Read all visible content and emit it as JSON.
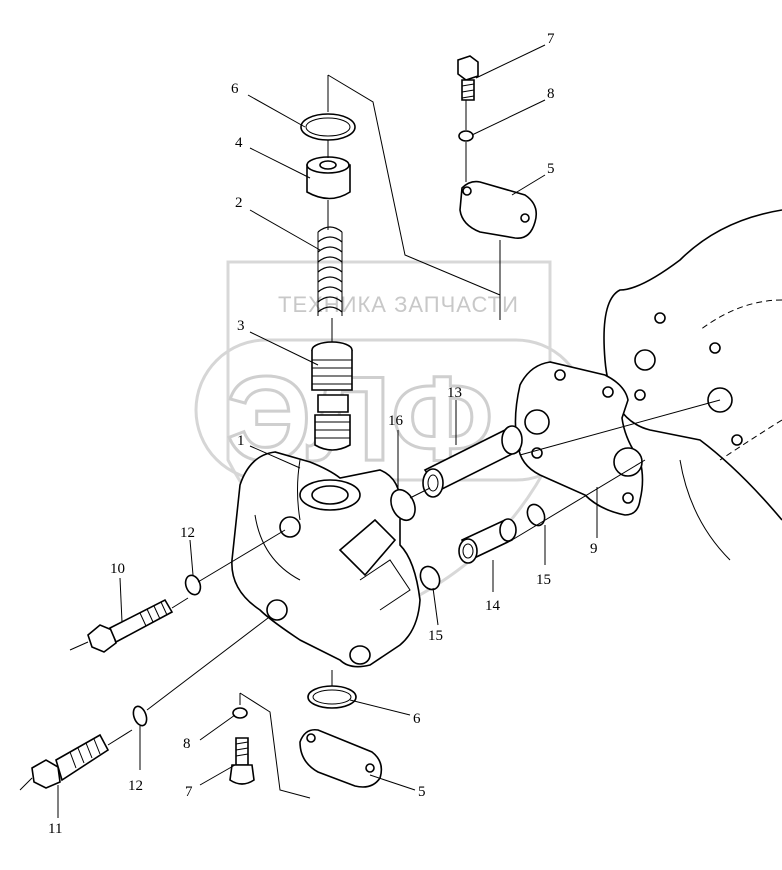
{
  "watermark": {
    "text": "ТЕХНИКА ЗАПЧАСТИ",
    "logo_letters": "ЭЛФ"
  },
  "callouts": [
    {
      "id": "c-7-top",
      "label": "7"
    },
    {
      "id": "c-8-top",
      "label": "8"
    },
    {
      "id": "c-5-top",
      "label": "5"
    },
    {
      "id": "c-6-top",
      "label": "6"
    },
    {
      "id": "c-4",
      "label": "4"
    },
    {
      "id": "c-2",
      "label": "2"
    },
    {
      "id": "c-3",
      "label": "3"
    },
    {
      "id": "c-1",
      "label": "1"
    },
    {
      "id": "c-16",
      "label": "16"
    },
    {
      "id": "c-13",
      "label": "13"
    },
    {
      "id": "c-9",
      "label": "9"
    },
    {
      "id": "c-15-right",
      "label": "15"
    },
    {
      "id": "c-14",
      "label": "14"
    },
    {
      "id": "c-15-mid",
      "label": "15"
    },
    {
      "id": "c-12-top",
      "label": "12"
    },
    {
      "id": "c-10",
      "label": "10"
    },
    {
      "id": "c-6-bottom",
      "label": "6"
    },
    {
      "id": "c-8-bottom",
      "label": "8"
    },
    {
      "id": "c-7-bottom",
      "label": "7"
    },
    {
      "id": "c-5-bottom",
      "label": "5"
    },
    {
      "id": "c-12-bottom",
      "label": "12"
    },
    {
      "id": "c-11",
      "label": "11"
    }
  ]
}
